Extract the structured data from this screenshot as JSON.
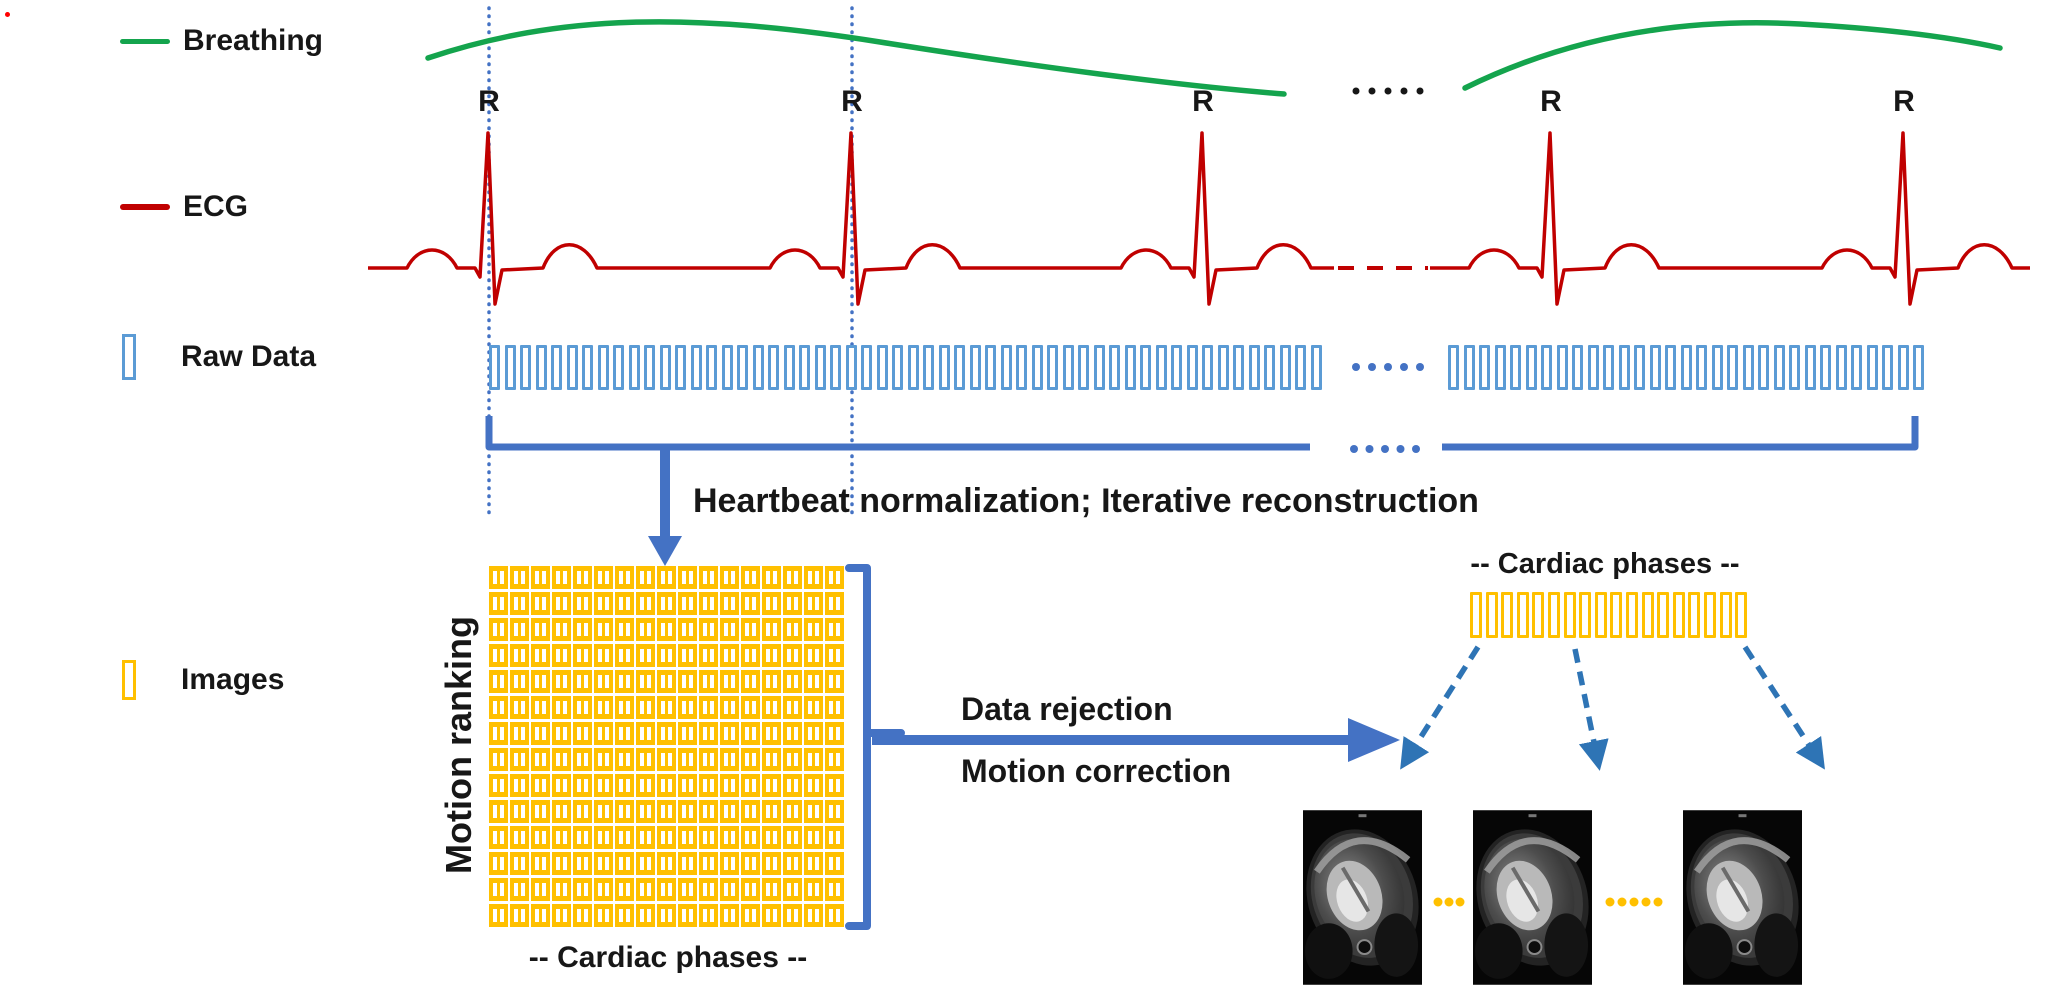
{
  "colors": {
    "breathing_green": "#14A44D",
    "ecg_red": "#C00000",
    "raw_block_blue": "#5B9BD5",
    "connector_blue": "#4472C4",
    "dashed_arrow_blue": "#2E74B5",
    "image_orange": "#FFC000",
    "text_black": "#171717"
  },
  "legend": {
    "breathing": "Breathing",
    "ecg": "ECG",
    "raw_data": "Raw Data",
    "images": "Images"
  },
  "ecg": {
    "r_label": "R",
    "r_peaks_x": [
      489,
      852,
      1203,
      1551,
      1904
    ],
    "dotted_lines_x": [
      489,
      852
    ]
  },
  "texts": {
    "heartbeat_step": "Heartbeat normalization; Iterative reconstruction",
    "data_rejection": "Data rejection",
    "motion_correction": "Motion correction",
    "motion_ranking": "Motion ranking",
    "cardiac_phases_grid": "-- Cardiac phases --",
    "cardiac_phases_row": "-- Cardiac phases --"
  },
  "raw_data": {
    "row1_blocks": 54,
    "row2_blocks": 31
  },
  "image_grid": {
    "cols": 17,
    "rows": 14
  },
  "phase_row": {
    "blocks": 18
  },
  "mri_images": {
    "count": 3
  },
  "ellipses": {
    "breathing_gap_dots": 5,
    "raw_gap_dots": 5,
    "bracket_gap_dots": 5,
    "mri_gap1_dots": 3,
    "mri_gap2_dots": 5
  }
}
